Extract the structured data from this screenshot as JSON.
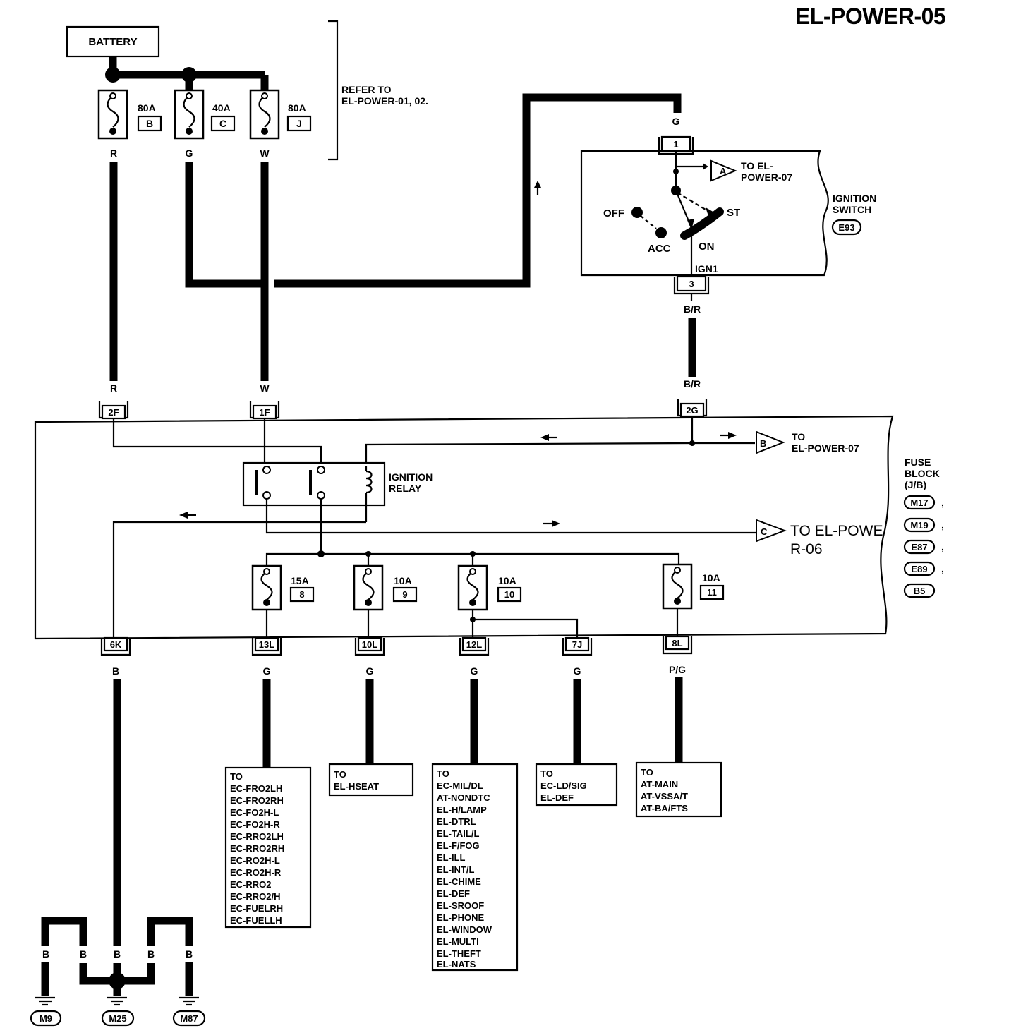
{
  "title": "EL-POWER-05",
  "battery_label": "BATTERY",
  "refer_note": [
    "REFER TO",
    "EL-POWER-01, 02."
  ],
  "top_fuses": [
    {
      "amps": "80A",
      "id": "B",
      "wire": "R"
    },
    {
      "amps": "40A",
      "id": "C",
      "wire": "G"
    },
    {
      "amps": "80A",
      "id": "J",
      "wire": "W"
    }
  ],
  "ignition_switch": {
    "label": [
      "IGNITION",
      "SWITCH"
    ],
    "connector": "E93",
    "terminal_in": "1",
    "wire_in": "G",
    "terminal_out": "3",
    "wire_out": "B/R",
    "out_label": "IGN1",
    "positions": [
      "OFF",
      "ACC",
      "ON",
      "ST"
    ],
    "to_a": {
      "letter": "A",
      "text": [
        "TO EL-",
        "POWER-07"
      ]
    }
  },
  "fuse_block": {
    "label": [
      "FUSE",
      "BLOCK",
      "(J/B)"
    ],
    "connectors": [
      "M17",
      "M19",
      "E87",
      "E89",
      "B5"
    ],
    "terminals_top": [
      {
        "id": "2F",
        "wire": "R"
      },
      {
        "id": "1F",
        "wire": "W"
      },
      {
        "id": "2G",
        "wire": "B/R"
      }
    ],
    "relay_label": [
      "IGNITION",
      "RELAY"
    ],
    "to_b": {
      "letter": "B",
      "text": [
        "TO",
        "EL-POWER-07"
      ]
    },
    "to_c": {
      "letter": "C",
      "text": [
        "TO EL-POWE",
        "R-06"
      ]
    },
    "fuses": [
      {
        "amps": "15A",
        "id": "8"
      },
      {
        "amps": "10A",
        "id": "9"
      },
      {
        "amps": "10A",
        "id": "10"
      },
      {
        "amps": "10A",
        "id": "11"
      }
    ],
    "terminals_bottom": [
      {
        "id": "6K",
        "wire": "B"
      },
      {
        "id": "13L",
        "wire": "G"
      },
      {
        "id": "10L",
        "wire": "G"
      },
      {
        "id": "12L",
        "wire": "G"
      },
      {
        "id": "7J",
        "wire": "G"
      },
      {
        "id": "8L",
        "wire": "P/G"
      }
    ]
  },
  "destinations": [
    {
      "lines": [
        "TO",
        "EC-FRO2LH",
        "EC-FRO2RH",
        "EC-FO2H-L",
        "EC-FO2H-R",
        "EC-RRO2LH",
        "EC-RRO2RH",
        "EC-RO2H-L",
        "EC-RO2H-R",
        "EC-RRO2",
        "EC-RRO2/H",
        "EC-FUELRH",
        "EC-FUELLH"
      ]
    },
    {
      "lines": [
        "TO",
        "EL-HSEAT"
      ]
    },
    {
      "lines": [
        "TO",
        "EC-MIL/DL",
        "AT-NONDTC",
        "EL-H/LAMP",
        "EL-DTRL",
        "EL-TAIL/L",
        "EL-F/FOG",
        "EL-ILL",
        "EL-INT/L",
        "EL-CHIME",
        "EL-DEF",
        "EL-SROOF",
        "EL-PHONE",
        "EL-WINDOW",
        "EL-MULTI",
        "EL-THEFT",
        "EL-NATS"
      ]
    },
    {
      "lines": [
        "TO",
        "EC-LD/SIG",
        "EL-DEF"
      ]
    },
    {
      "lines": [
        "TO",
        "AT-MAIN",
        "AT-VSSA/T",
        "AT-BA/FTS"
      ]
    }
  ],
  "grounds": {
    "wire_labels": [
      "B",
      "B",
      "B",
      "B",
      "B"
    ],
    "connectors": [
      "M9",
      "M25",
      "M87"
    ]
  }
}
